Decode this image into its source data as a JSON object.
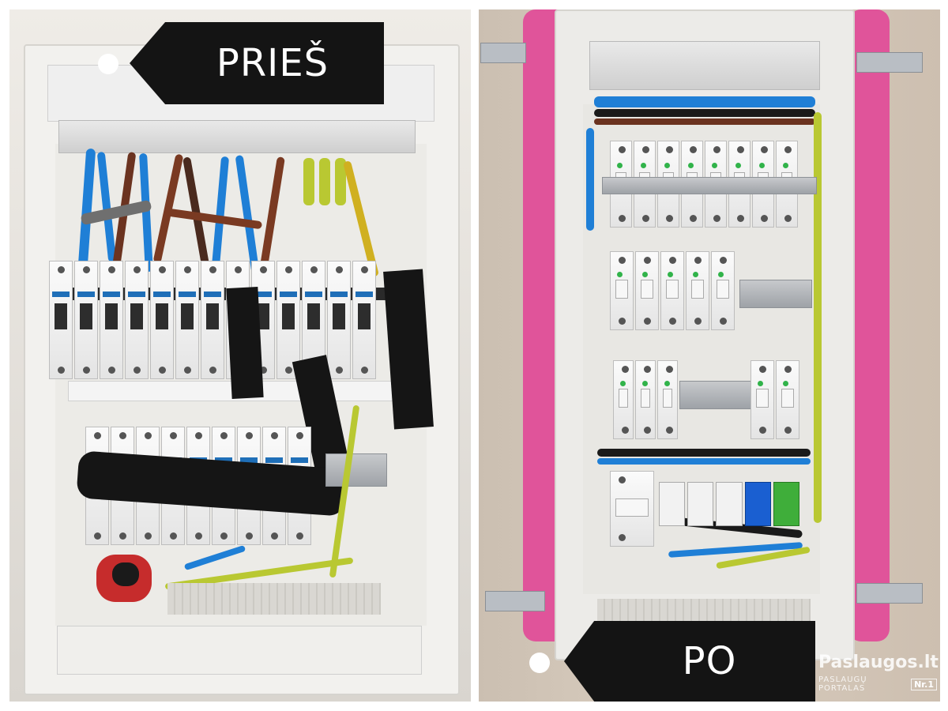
{
  "labels": {
    "before": "PRIEŠ",
    "after": "PO"
  },
  "watermark": {
    "title": "Paslaugos.lt",
    "subtitle": "PASLAUGŲ PORTALAS",
    "badge": "Nr.1"
  },
  "colors": {
    "label_background": "#141414",
    "label_text": "#ffffff",
    "insulation_pink": "#e0549a",
    "wire_blue": "#1f7fd6",
    "wire_brown": "#7a3a22",
    "wire_yellow_green": "#b9c832",
    "wire_black": "#1a1a1a",
    "terminal_blue": "#1a5fd1",
    "terminal_green": "#3fae3a"
  },
  "icons": {
    "label_dot": "white-circle",
    "breaker": "din-circuit-breaker"
  }
}
